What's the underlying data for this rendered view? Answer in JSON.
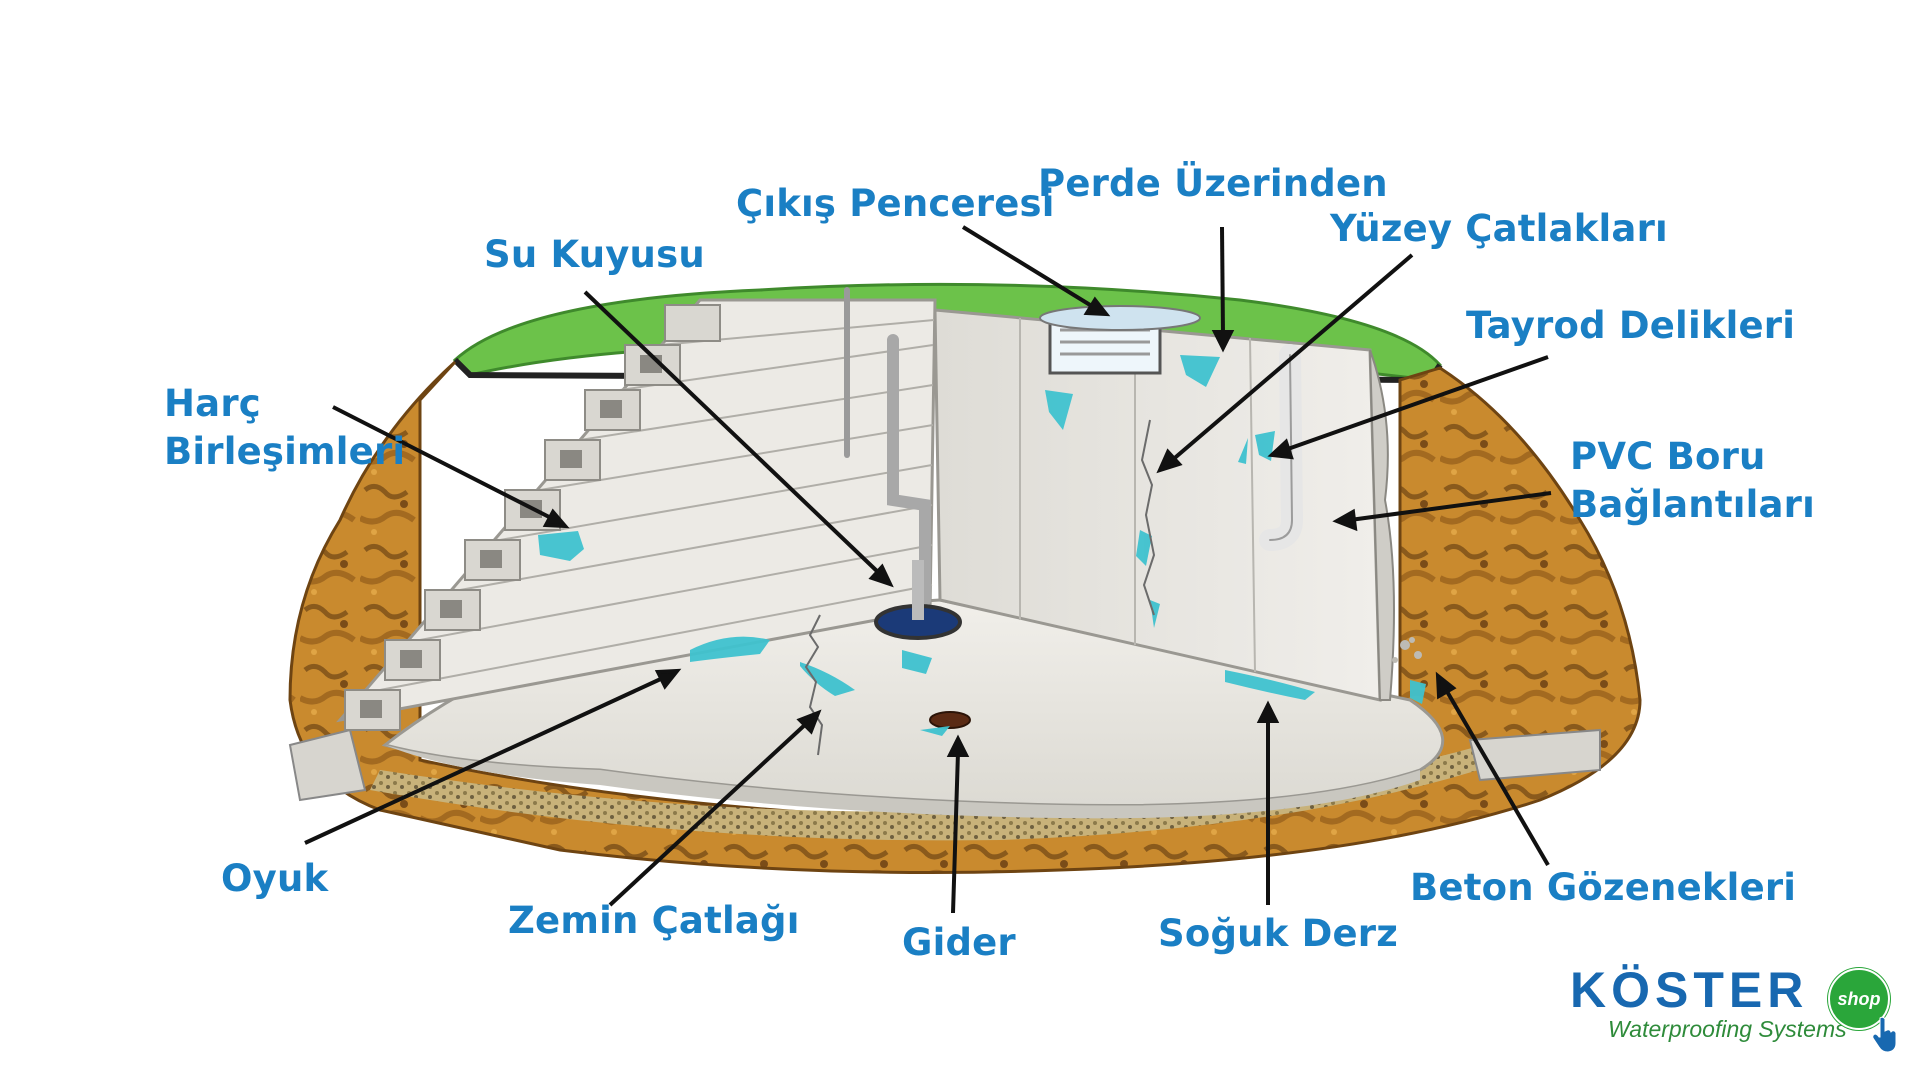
{
  "labels": {
    "harc_birlesimleri": [
      "Harç",
      "Birleşimleri"
    ],
    "su_kuyusu": "Su Kuyusu",
    "cikis_penceresi": "Çıkış Penceresi",
    "perde_uzerinden": "Perde Üzerinden",
    "yuzey_catlaklari": "Yüzey Çatlakları",
    "tayrod_delikleri": "Tayrod Delikleri",
    "pvc_boru": [
      "PVC Boru",
      "Bağlantıları"
    ],
    "oyuk": "Oyuk",
    "zemin_catlagi": "Zemin Çatlağı",
    "gider": "Gider",
    "soguk_derz": "Soğuk Derz",
    "beton_gozenekleri": "Beton Gözenekleri"
  },
  "logo": {
    "wordmark": "KÖSTER",
    "tagline": "Waterproofing Systems",
    "badge": "shop"
  },
  "colors": {
    "label": "#1a7fc4",
    "water": "#3fc2cf",
    "grass": "#6cc24a",
    "soil": "#c98a2e",
    "concrete": "#e9e7e1",
    "logo_blue": "#1868b0",
    "logo_green": "#2aa63a"
  }
}
